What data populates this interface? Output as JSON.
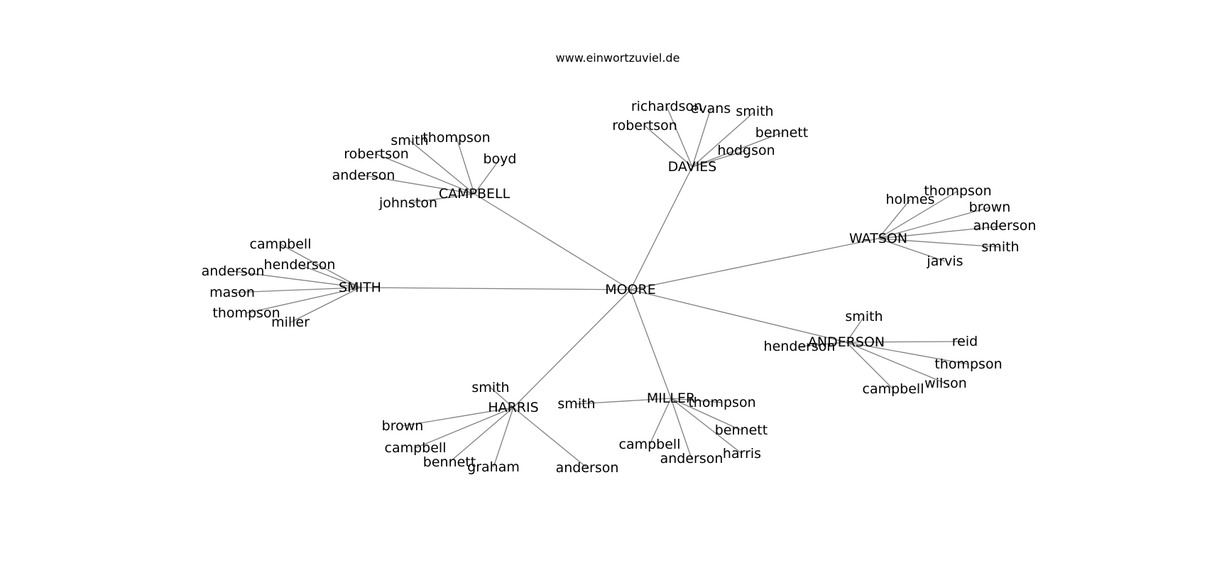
{
  "site": "www.einwortzuviel.de",
  "graph": {
    "root": "MOORE",
    "hubs": [
      {
        "name": "CAMPBELL",
        "leaves": [
          "smith",
          "thompson",
          "boyd",
          "robertson",
          "anderson",
          "johnston"
        ]
      },
      {
        "name": "DAVIES",
        "leaves": [
          "richardson",
          "evans",
          "smith",
          "robertson",
          "bennett",
          "hodgson"
        ]
      },
      {
        "name": "WATSON",
        "leaves": [
          "holmes",
          "thompson",
          "brown",
          "anderson",
          "smith",
          "jarvis"
        ]
      },
      {
        "name": "SMITH",
        "leaves": [
          "campbell",
          "henderson",
          "anderson",
          "mason",
          "thompson",
          "miller"
        ]
      },
      {
        "name": "ANDERSON",
        "leaves": [
          "smith",
          "henderson",
          "reid",
          "thompson",
          "wilson",
          "campbell"
        ]
      },
      {
        "name": "HARRIS",
        "leaves": [
          "smith",
          "brown",
          "campbell",
          "bennett",
          "graham",
          "anderson"
        ]
      },
      {
        "name": "MILLER",
        "leaves": [
          "smith",
          "thompson",
          "bennett",
          "campbell",
          "anderson",
          "harris"
        ]
      }
    ]
  }
}
